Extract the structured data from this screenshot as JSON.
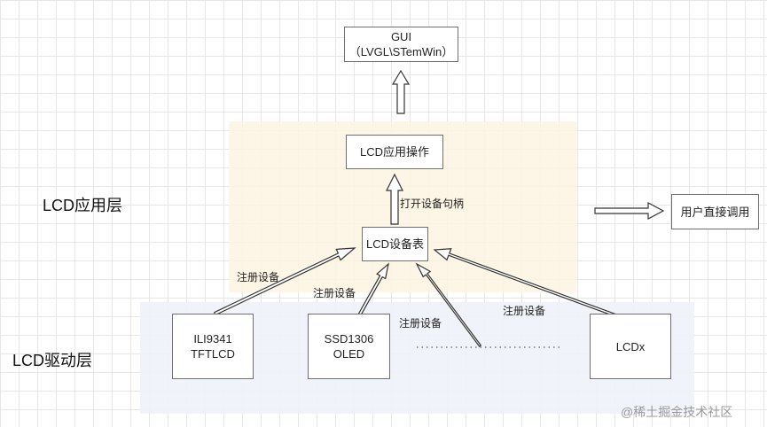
{
  "layers": {
    "app": "LCD应用层",
    "driver": "LCD驱动层"
  },
  "nodes": {
    "gui": {
      "line1": "GUI",
      "line2": "（LVGL\\STemWin）"
    },
    "lcd_app_ops": "LCD应用操作",
    "lcd_device_table": "LCD设备表",
    "user_call": "用户直接调用",
    "ili9341": {
      "line1": "ILI9341",
      "line2": "TFTLCD"
    },
    "ssd1306": {
      "line1": "SSD1306",
      "line2": "OLED"
    },
    "lcdx": "LCDx"
  },
  "edge_labels": {
    "open_handle": "打开设备句柄",
    "register_1": "注册设备",
    "register_2": "注册设备",
    "register_3": "注册设备",
    "register_4": "注册设备"
  },
  "watermark": "@稀土掘金技术社区",
  "colors": {
    "app_zone": "#fdf3e0",
    "driver_zone": "#eef2f8",
    "border": "#6f6f6f",
    "arrow_fill": "#ffffff"
  }
}
